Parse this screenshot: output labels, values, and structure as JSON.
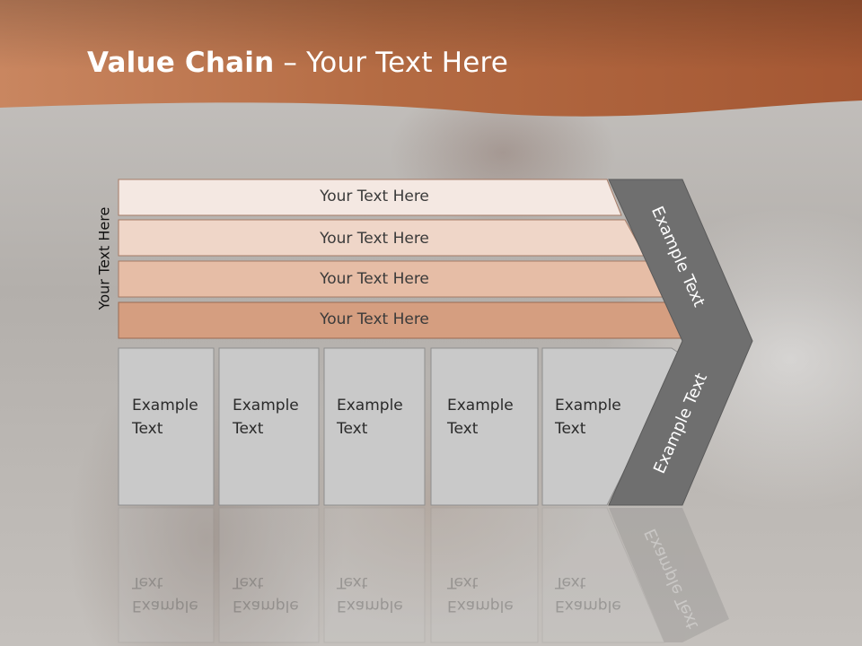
{
  "slide": {
    "title_bold": "Value Chain",
    "title_rest": " – Your Text Here",
    "side_label": "Your Text Here"
  },
  "bars": [
    {
      "label": "Your Text Here",
      "fill": "#f4e8e2"
    },
    {
      "label": "Your Text Here",
      "fill": "#efd6c8"
    },
    {
      "label": "Your Text Here",
      "fill": "#e6bda6"
    },
    {
      "label": "Your Text Here",
      "fill": "#d59e80"
    }
  ],
  "boxes": [
    {
      "label": "Example Text"
    },
    {
      "label": "Example Text"
    },
    {
      "label": "Example Text"
    },
    {
      "label": "Example Text"
    },
    {
      "label": "Example Text"
    }
  ],
  "chevron": {
    "top_label": "Example Text",
    "bottom_label": "Example Text",
    "fill": "#6f6f6f"
  },
  "colors": {
    "header_brown": "#b96a3f",
    "box_fill": "#c9c9c9",
    "box_border": "#8e8e8e"
  }
}
